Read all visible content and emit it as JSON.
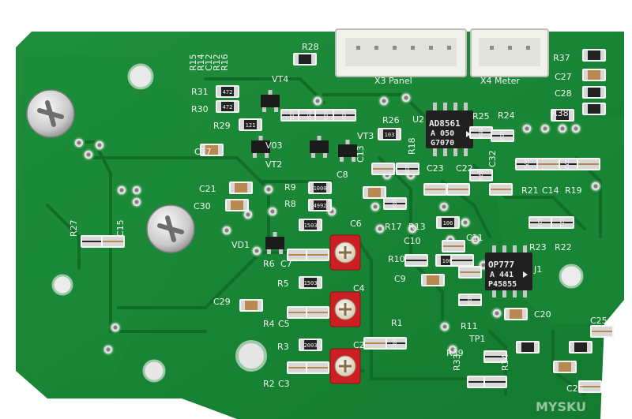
{
  "connectors": [
    {
      "label": "X3 Panel"
    },
    {
      "label": "X4  Meter"
    }
  ],
  "chips": [
    {
      "lines": [
        "AD8561",
        "A  050",
        "G7070"
      ]
    },
    {
      "lines": [
        "OP777",
        "A  441",
        "P45855"
      ]
    }
  ],
  "silkscreen_labels": [
    "R15",
    "R14",
    "C12",
    "R12",
    "R16",
    "R28",
    "R37",
    "C27",
    "C28",
    "R38",
    "VT4",
    "R31",
    "R30",
    "R29",
    "U2",
    "R26",
    "R25",
    "R24",
    "VT3",
    "V03",
    "VT2",
    "C17",
    "C13",
    "R18",
    "C23",
    "C22",
    "C32",
    "C8",
    "R9",
    "R8",
    "C21",
    "C30",
    "R21",
    "C14",
    "R19",
    "R27",
    "C15",
    "R17",
    "R13",
    "C10",
    "C11",
    "C6",
    "VD1",
    "R6",
    "C7",
    "R10",
    "C9",
    "J1",
    "R23",
    "R22",
    "R5",
    "C4",
    "C29",
    "R4",
    "C5",
    "R11",
    "C20",
    "C25",
    "R1",
    "TP1",
    "R3",
    "C2",
    "R39",
    "R2",
    "C3",
    "R33",
    "R34",
    "C26"
  ],
  "resistor_marks": [
    "472",
    "472",
    "101",
    "332",
    "103",
    "102",
    "121",
    "103",
    "563",
    "102",
    "272",
    "272",
    "124",
    "105",
    "1000",
    "4992",
    "102",
    "106",
    "1503",
    "121",
    "121",
    "106",
    "1503",
    "102",
    "2003",
    "105"
  ],
  "watermark": "MYSKU"
}
